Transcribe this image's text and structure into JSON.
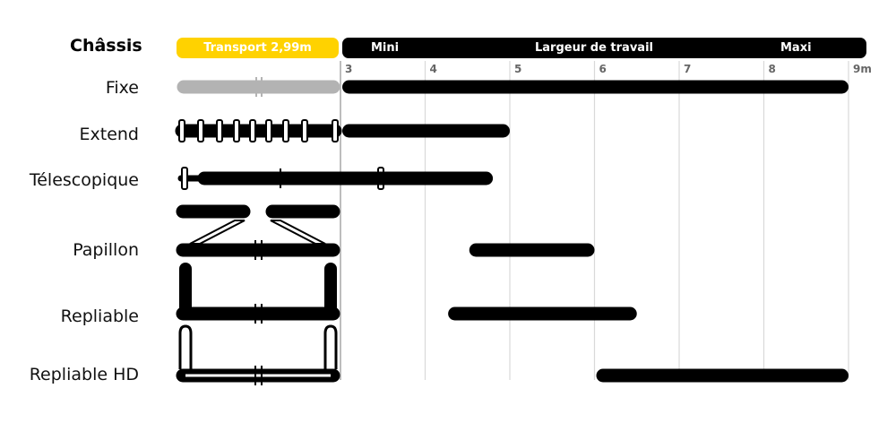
{
  "chart_data": {
    "type": "bar",
    "title": "Châssis",
    "header": {
      "transport_label": "Transport 2,99m",
      "width_label": "Largeur de travail",
      "min_label": "Mini",
      "max_label": "Maxi"
    },
    "x_ticks": [
      "3",
      "4",
      "5",
      "6",
      "7",
      "8",
      "9m"
    ],
    "xlim": [
      3,
      9
    ],
    "categories": [
      "Fixe",
      "Extend",
      "Télescopique",
      "Papillon",
      "Repliable",
      "Repliable HD"
    ],
    "ranges": [
      [
        3,
        9
      ],
      [
        3,
        5
      ],
      [
        3,
        4.8
      ],
      [
        4.5,
        6
      ],
      [
        4.25,
        6.5
      ],
      [
        6,
        9
      ]
    ],
    "grid": true,
    "colors": {
      "accent": "#ffd200",
      "bar": "#000000",
      "grid": "#d9d9d9",
      "transport_gray": "#b3b3b3"
    }
  }
}
